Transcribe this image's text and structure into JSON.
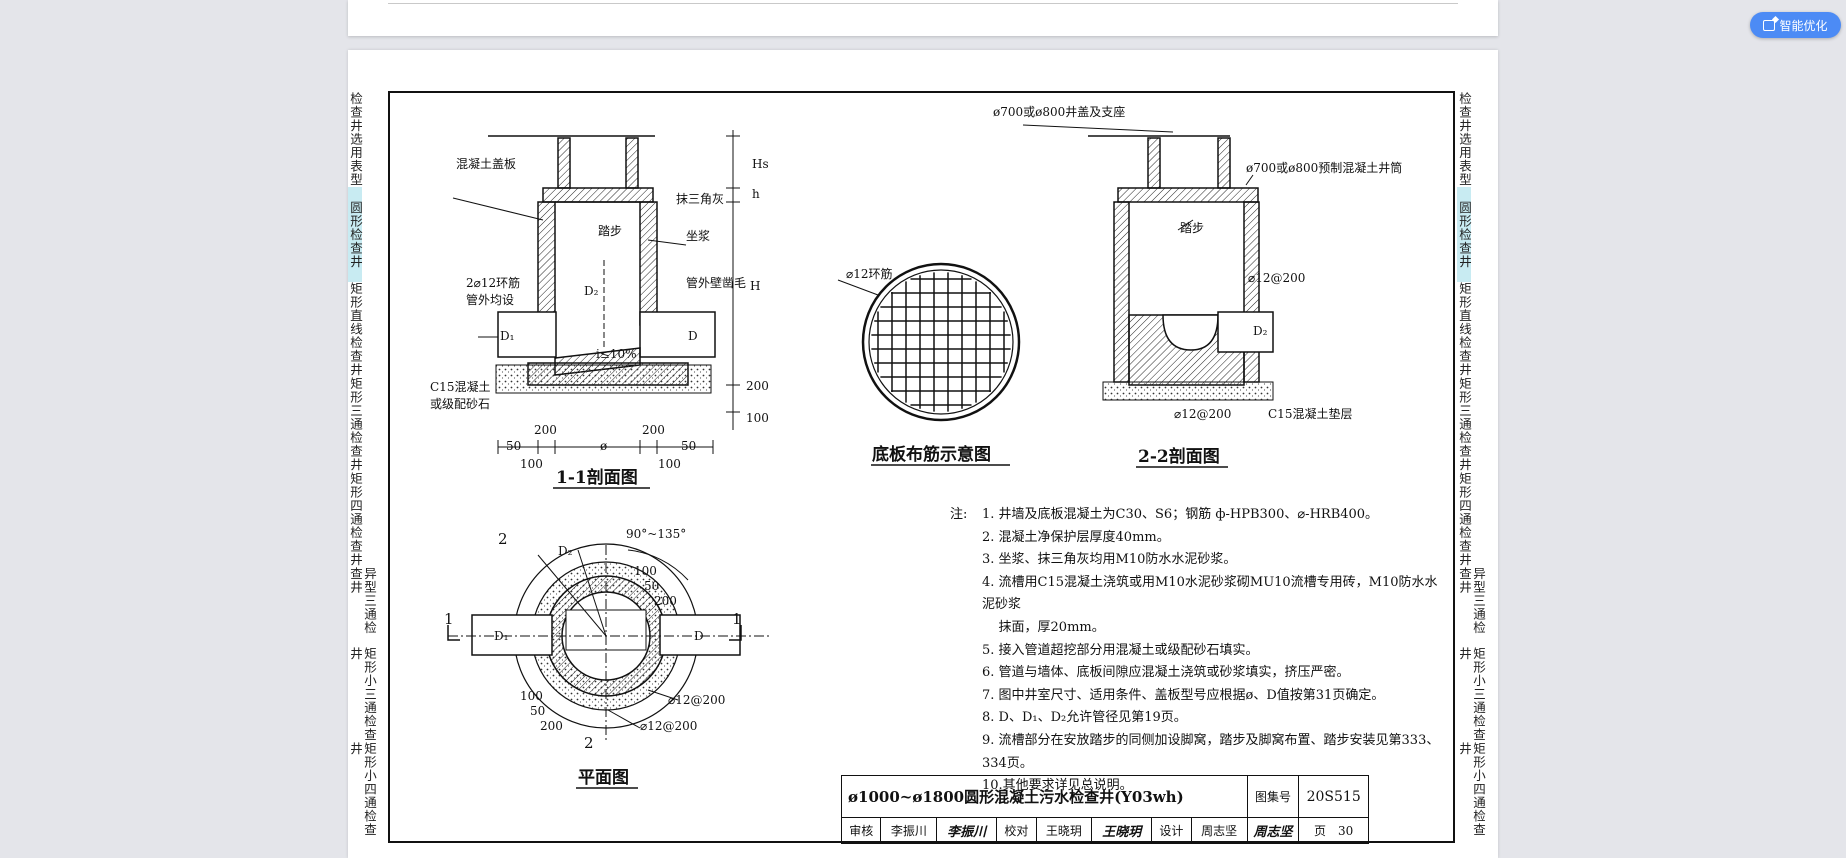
{
  "toolbar": {
    "smart_optimize_label": "智能优化"
  },
  "side_tabs": {
    "left": [
      {
        "label": "检查井选用表型",
        "active": false
      },
      {
        "label": "圆形检查井",
        "active": true
      },
      {
        "label": "矩形直线检查井",
        "active": false
      },
      {
        "label": "矩形三通检查井",
        "active": false
      },
      {
        "label": "矩形四通检查井",
        "active": false
      },
      {
        "label": "异型三通检查井",
        "active": false
      },
      {
        "label": "矩形小三通检查井",
        "active": false
      },
      {
        "label": "矩形小四通检查井",
        "active": false
      }
    ],
    "right": [
      {
        "label": "检查井选用表型",
        "active": false
      },
      {
        "label": "圆形检查井",
        "active": true
      },
      {
        "label": "矩形直线检查井",
        "active": false
      },
      {
        "label": "矩形三通检查井",
        "active": false
      },
      {
        "label": "矩形四通检查井",
        "active": false
      },
      {
        "label": "异型三通检查井",
        "active": false
      },
      {
        "label": "矩形小三通检查井",
        "active": false
      },
      {
        "label": "矩形小四通检查井",
        "active": false
      }
    ]
  },
  "drawing": {
    "section11": {
      "title": "1-1剖面图",
      "label_cover": "混凝土盖板",
      "label_mortar1": "坐浆",
      "label_mortar2": "抹三角灰",
      "label_step": "踏步",
      "label_ring1": "2⌀12环筋",
      "label_ring2": "管外均设",
      "label_pipe_hair": "管外壁凿毛",
      "label_c15_1": "C15混凝土",
      "label_c15_2": "或级配砂石",
      "label_slope": "i≤10%",
      "label_hs": "Hs",
      "label_h_small": "h",
      "label_h_big": "H",
      "label_d": "D",
      "label_d1": "D₁",
      "label_d2": "D₂",
      "dim_200_a": "200",
      "dim_100_a": "100",
      "dim_200_left": "200",
      "dim_200_right": "200",
      "dim_50_left": "50",
      "dim_50_right": "50",
      "dim_phi": "ø",
      "dim_100_left": "100",
      "dim_100_right": "100"
    },
    "rebar": {
      "title": "底板布筋示意图",
      "label_ring": "⌀12环筋"
    },
    "section22": {
      "title": "2-2剖面图",
      "label_cover": "ø700或ø800井盖及支座",
      "label_tube": "ø700或ø800预制混凝土井筒",
      "label_step": "踏步",
      "label_rebar": "⌀12@200",
      "label_rebar_bottom": "⌀12@200",
      "label_c15": "C15混凝土垫层",
      "label_d2": "D₂"
    },
    "plan": {
      "title": "平面图",
      "label_angle": "90°~135°",
      "label_rebar1": "⌀12@200",
      "label_rebar2": "⌀12@200",
      "label_d": "D",
      "label_d1": "D₁",
      "label_d2": "D₂",
      "dim_100_a": "100",
      "dim_50_a": "50",
      "dim_200_a": "200",
      "dim_100_b": "100",
      "dim_50_b": "50",
      "dim_200_b": "200",
      "mark_1_left": "1",
      "mark_1_right": "1",
      "mark_2_top": "2",
      "mark_2_bottom": "2"
    }
  },
  "notes": {
    "heading": "注:",
    "items": [
      "1. 井墙及底板混凝土为C30、S6；钢筋 ф-HPB300、⌀-HRB400。",
      "2. 混凝土净保护层厚度40mm。",
      "3. 坐浆、抹三角灰均用M10防水水泥砂浆。",
      "4. 流槽用C15混凝土浇筑或用M10水泥砂浆砌MU10流槽专用砖，M10防水水泥砂浆",
      "    抹面，厚20mm。",
      "5. 接入管道超挖部分用混凝土或级配砂石填实。",
      "6. 管道与墙体、底板间隙应混凝土浇筑或砂浆填实，挤压严密。",
      "7. 图中井室尺寸、适用条件、盖板型号应根据ø、D值按第31页确定。",
      "8. D、D₁、D₂允许管径见第19页。",
      "9. 流槽部分在安放踏步的同侧加设脚窝，踏步及脚窝布置、踏步安装见第333、334页。",
      "10.其他要求详见总说明。"
    ]
  },
  "title_block": {
    "title": "ø1000~ø1800圆形混凝土污水检查井(Y03wh)",
    "atlas_label": "图集号",
    "atlas_no": "20S515",
    "review_label": "审核",
    "reviewer": "李振川",
    "reviewer_sig": "李振川",
    "check_label": "校对",
    "checker": "王晓玥",
    "checker_sig": "王晓玥",
    "design_label": "设计",
    "designer": "周志坚",
    "designer_sig": "周志坚",
    "page_label": "页",
    "page_no": "30"
  }
}
